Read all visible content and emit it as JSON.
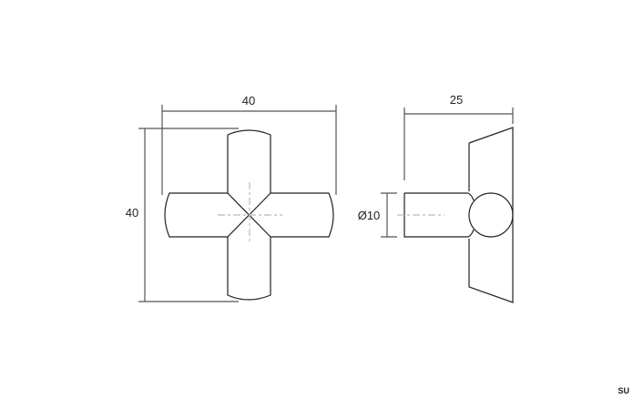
{
  "drawing": {
    "front_view": {
      "width_dimension": "40",
      "height_dimension": "40"
    },
    "side_view": {
      "depth_dimension": "25",
      "diameter_dimension": "Ø10"
    },
    "brand_mark": "SU",
    "colors": {
      "line": "#222222",
      "dim_line": "#555555",
      "center_line": "#bbbbbb",
      "background": "#ffffff"
    }
  }
}
